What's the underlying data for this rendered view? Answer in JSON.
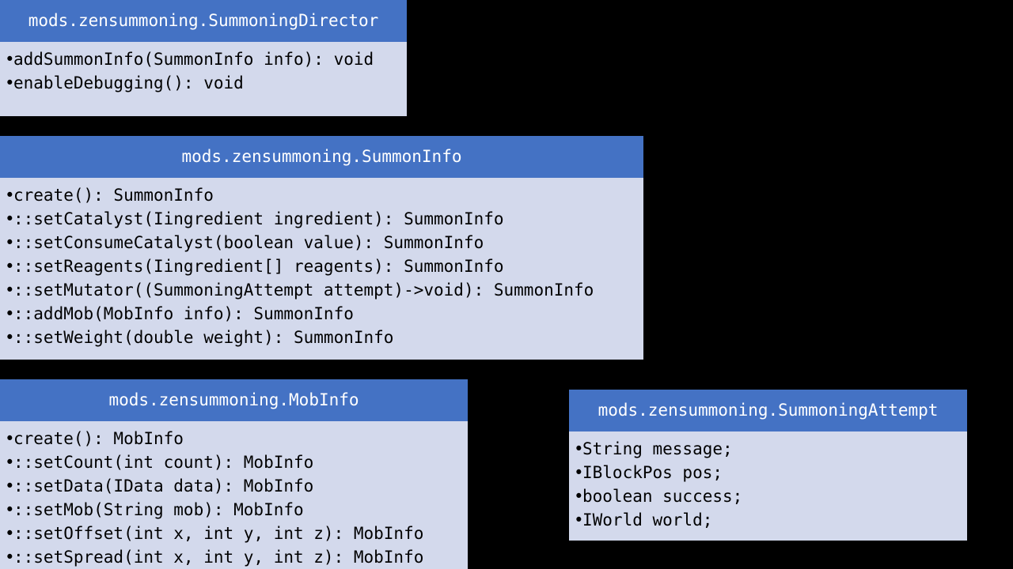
{
  "diagram": {
    "type": "uml-class-diagram",
    "background_color": "#000000",
    "header_color": "#4472c4",
    "body_color": "#d3d9ec",
    "header_text_color": "#ffffff",
    "member_text_color": "#000000",
    "bullet_glyph": "•",
    "classes": [
      {
        "name": "mods.zensummoning.SummoningDirector",
        "members": [
          "addSummonInfo(SummonInfo info): void",
          "enableDebugging(): void"
        ]
      },
      {
        "name": "mods.zensummoning.SummonInfo",
        "members": [
          "create(): SummonInfo",
          "::setCatalyst(Iingredient ingredient): SummonInfo",
          "::setConsumeCatalyst(boolean value): SummonInfo",
          "::setReagents(Iingredient[] reagents): SummonInfo",
          "::setMutator((SummoningAttempt attempt)->void): SummonInfo",
          "::addMob(MobInfo info): SummonInfo",
          "::setWeight(double weight): SummonInfo"
        ]
      },
      {
        "name": "mods.zensummoning.MobInfo",
        "members": [
          "create(): MobInfo",
          "::setCount(int count): MobInfo",
          "::setData(IData data): MobInfo",
          "::setMob(String mob): MobInfo",
          "::setOffset(int x, int y, int z): MobInfo",
          "::setSpread(int x, int y, int z): MobInfo"
        ]
      },
      {
        "name": "mods.zensummoning.SummoningAttempt",
        "members": [
          "String message;",
          "IBlockPos pos;",
          "boolean success;",
          "IWorld world;"
        ]
      }
    ]
  }
}
